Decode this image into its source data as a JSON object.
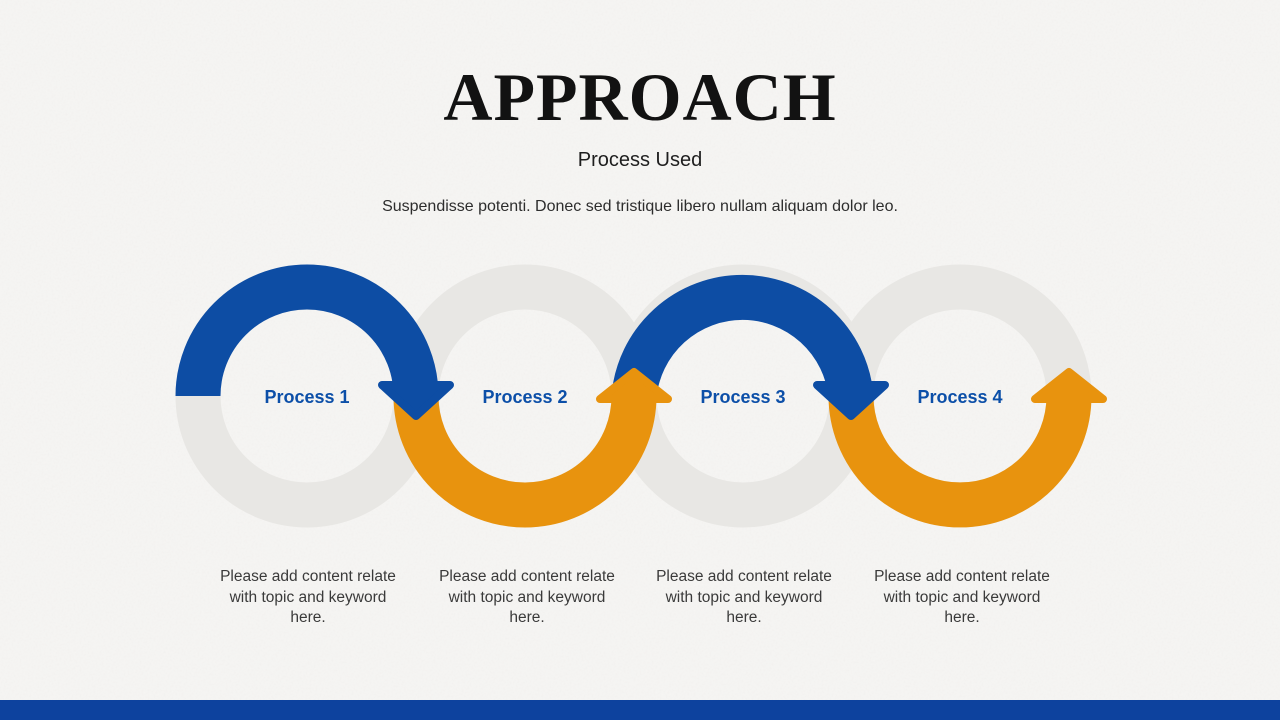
{
  "slide": {
    "title": "APPROACH",
    "subtitle": "Process Used",
    "description": "Suspendisse potenti. Donec sed tristique libero nullam aliquam dolor leo."
  },
  "processes": [
    {
      "label": "Process 1",
      "description": "Please add content relate with topic and keyword here."
    },
    {
      "label": "Process 2",
      "description": "Please add content relate with topic and keyword here."
    },
    {
      "label": "Process 3",
      "description": "Please add content relate with topic and keyword here."
    },
    {
      "label": "Process 4",
      "description": "Please add content relate with topic and keyword here."
    }
  ],
  "colors": {
    "arc_blue": "#0d4da4",
    "arc_orange": "#e8930e",
    "ring_gray": "#e8e7e4",
    "label_blue": "#0c4fa8",
    "footer_bar_blue": "#0d429e",
    "background": "#f6f5f3"
  }
}
